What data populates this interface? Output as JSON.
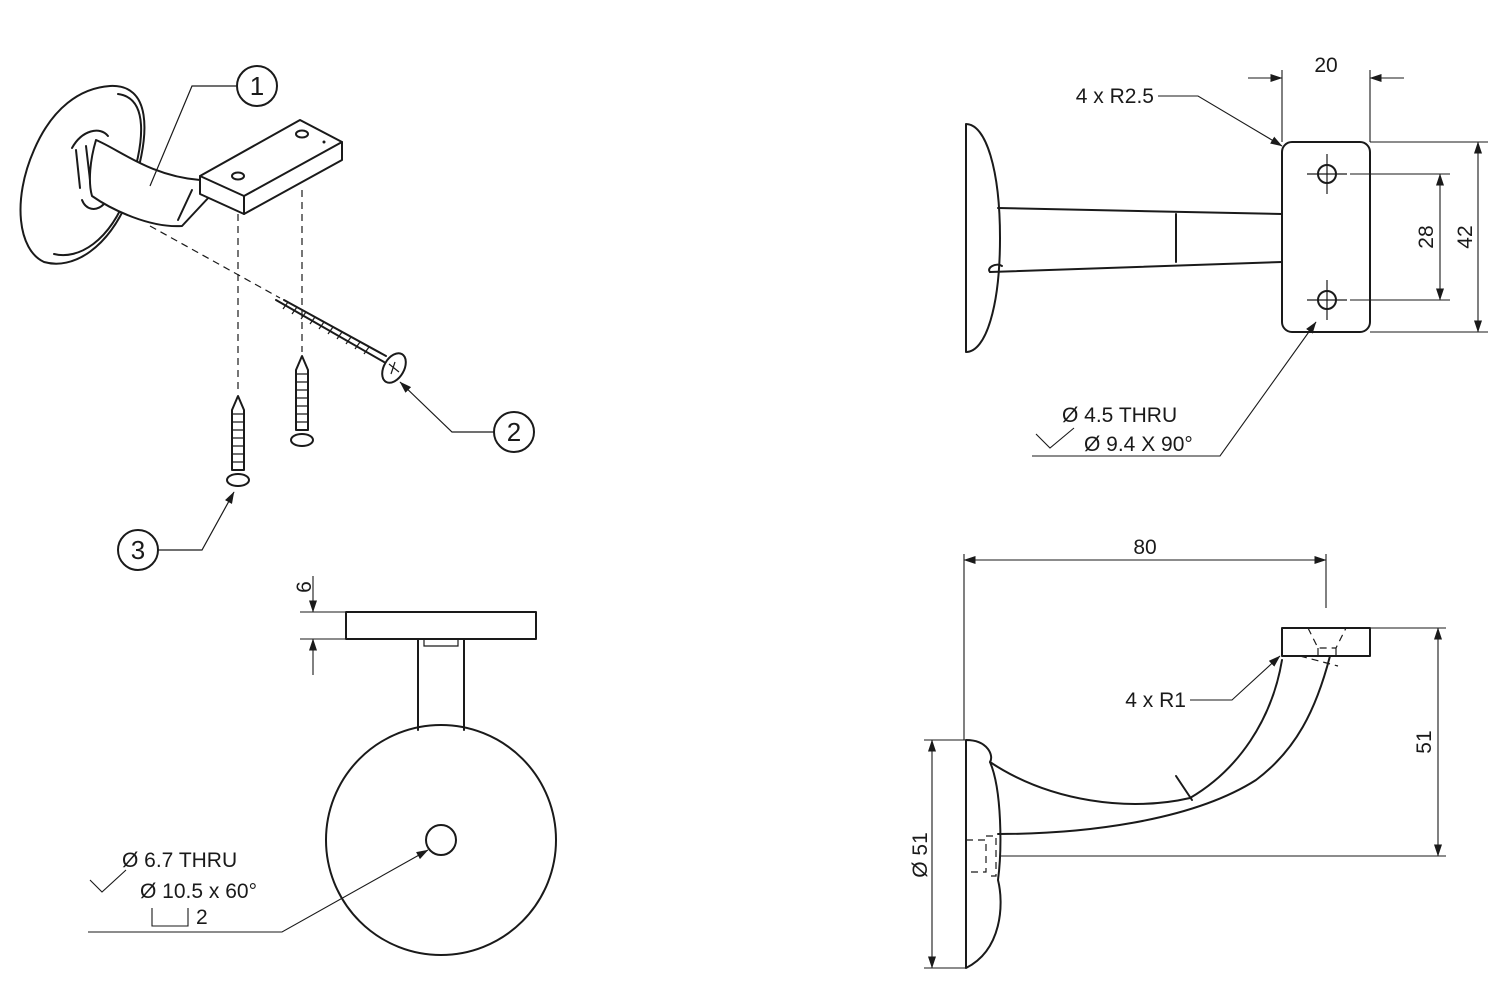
{
  "balloons": {
    "part_1": "1",
    "part_2": "2",
    "part_3": "3"
  },
  "front_view": {
    "thickness_dim": "6",
    "hole_callout": {
      "line1": "Ø 6.7 THRU",
      "line2": "Ø 10.5 x 60°",
      "line3": "2"
    }
  },
  "top_view": {
    "width_dim": "20",
    "radius_callout": "4 x R2.5",
    "hole_spacing_dim": "28",
    "height_dim": "42",
    "hole_callout": {
      "line1": "Ø  4.5 THRU",
      "line2": "Ø  9.4 X 90°"
    }
  },
  "side_view": {
    "length_dim": "80",
    "height_dim": "51",
    "radius_callout": "4 x R1",
    "diameter_dim": "Ø 51"
  }
}
